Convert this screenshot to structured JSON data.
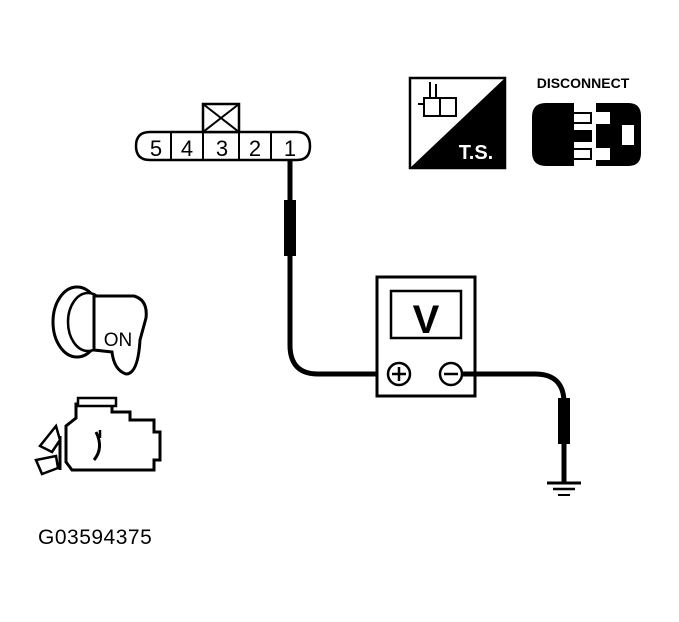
{
  "connector": {
    "pins": [
      "5",
      "4",
      "3",
      "2",
      "1"
    ],
    "unused_pin": "3"
  },
  "voltmeter": {
    "display": "V",
    "positive": "⊕",
    "negative": "⊖"
  },
  "ts_badge": {
    "text": "T.S."
  },
  "disconnect": {
    "label": "DISCONNECT"
  },
  "ignition": {
    "label": "ON"
  },
  "figure": {
    "code": "G03594375"
  },
  "colors": {
    "ink": "#000000",
    "paper": "#ffffff"
  }
}
